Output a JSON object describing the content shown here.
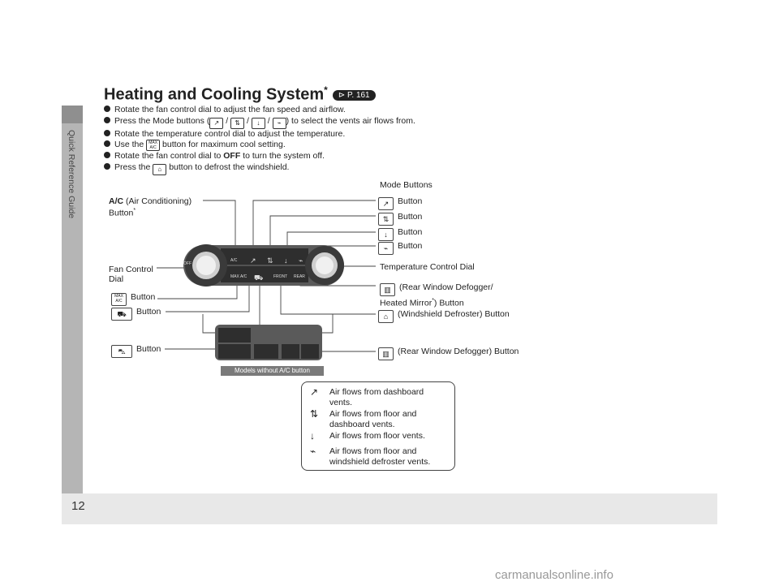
{
  "sidebar": {
    "label": "Quick Reference Guide"
  },
  "page": {
    "number": "12",
    "watermark": "carmanualsonline.info"
  },
  "heading": {
    "title": "Heating and Cooling System",
    "marker": "*",
    "page_ref": "P. 161"
  },
  "bullets": [
    {
      "a": "Rotate the fan control dial to adjust the fan speed and airflow."
    },
    {
      "a": "Press the Mode buttons (",
      "b": ") to select the vents air flows from."
    },
    {
      "a": "Rotate the temperature control dial to adjust the temperature."
    },
    {
      "a": "Use the ",
      "b": " button for maximum cool setting."
    },
    {
      "a": "Rotate the fan control dial to ",
      "bold": "OFF",
      "b": " to turn the system off."
    },
    {
      "a": "Press the ",
      "b": " button to defrost the windshield."
    }
  ],
  "labels": {
    "mode_buttons": "Mode Buttons",
    "ac_bold": "A/C",
    "ac_rest": " (Air Conditioning)",
    "ac_line2": "Button",
    "ac_marker": "*",
    "button": "Button",
    "fan_dial_1": "Fan Control",
    "fan_dial_2": "Dial",
    "temp_dial": "Temperature Control Dial",
    "rear_defog_1": "(Rear Window Defogger/",
    "rear_defog_2a": "Heated Mirror",
    "rear_defog_2b": ") Button",
    "marker": "*",
    "windshield": "(Windshield Defroster) Button",
    "rear_defog_only": "(Rear Window Defogger) Button",
    "models_badge": "Models without A/C button",
    "ac_panel": "A/C",
    "max_ac": "MAX A/C",
    "max_ac_l1": "MAX",
    "max_ac_l2": "A/C",
    "front": "FRONT",
    "rear": "REAR",
    "off": "OFF"
  },
  "legend": [
    {
      "icon": "dashboard-vent-icon",
      "glyph": "↗",
      "l1": "Air flows from dashboard",
      "l2": "vents."
    },
    {
      "icon": "floor-dashboard-vent-icon",
      "glyph": "⇅",
      "l1": "Air flows from floor and",
      "l2": "dashboard vents."
    },
    {
      "icon": "floor-vent-icon",
      "glyph": "↓",
      "l1": "Air flows from floor vents.",
      "l2": ""
    },
    {
      "icon": "floor-defrost-icon",
      "glyph": "⌁",
      "l1": "Air flows from floor and",
      "l2": "windshield defroster vents."
    }
  ]
}
